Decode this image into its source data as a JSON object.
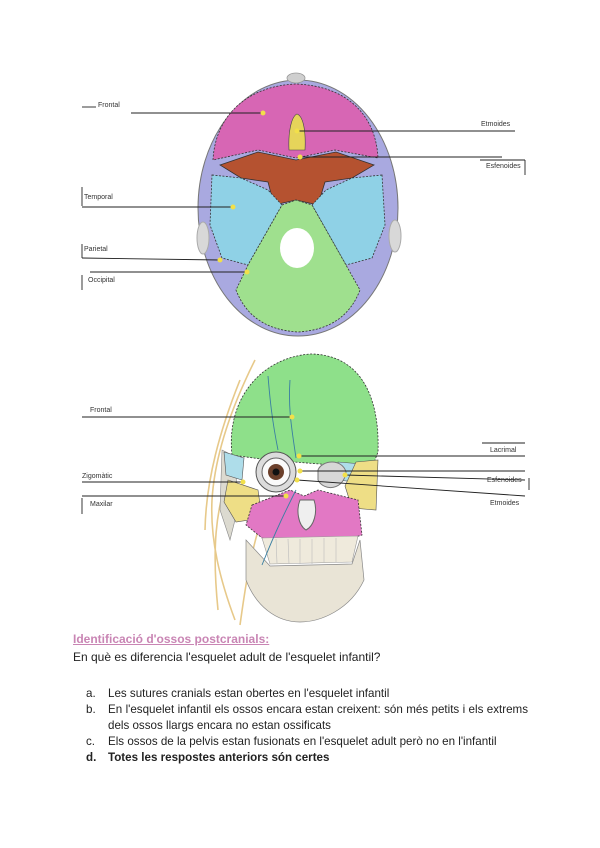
{
  "figure_top": {
    "labels": {
      "frontal": "Frontal",
      "temporal": "Temporal",
      "parietal": "Parietal",
      "occipital": "Occipital",
      "etmoides": "Etmoides",
      "esfenoides": "Esfenoides"
    },
    "colors": {
      "frontal": "#d766b4",
      "sphenoid": "#b55230",
      "temporal": "#8fd1e6",
      "occipital": "#9fe08e",
      "ethmoid": "#e6d45a",
      "parietal_edge": "#a9a9e0",
      "point": "#f2e04a"
    }
  },
  "figure_bottom": {
    "labels": {
      "frontal": "Frontal",
      "zigomatic": "Zigomàtic",
      "maxilar": "Maxilar",
      "lacrimal": "Lacrimal",
      "esfenoides": "Esfenoides",
      "etmoides": "Etmoides"
    },
    "colors": {
      "frontal": "#8ee08a",
      "maxilla": "#e278c4",
      "zygomatic": "#eede86",
      "sphenoid": "#aeddea",
      "teeth": "#efeadc",
      "nerves": "#e7c98a",
      "vessels": "#3a7fa2"
    }
  },
  "quiz": {
    "title": "Identificació d'ossos postcranials:",
    "question": "En què es diferencia l'esquelet adult de l'esquelet infantil?",
    "options": [
      {
        "marker": "a.",
        "text": "Les sutures cranials estan obertes en l'esquelet infantil"
      },
      {
        "marker": "b.",
        "text": "En l'esquelet infantil els ossos encara estan creixent: són més petits i els extrems dels ossos llargs encara no estan ossificats"
      },
      {
        "marker": "c.",
        "text": "Els ossos de la pelvis estan fusionats en l'esquelet adult però no en l'infantil"
      },
      {
        "marker": "d.",
        "text": "Totes les respostes anteriors són certes"
      }
    ]
  }
}
